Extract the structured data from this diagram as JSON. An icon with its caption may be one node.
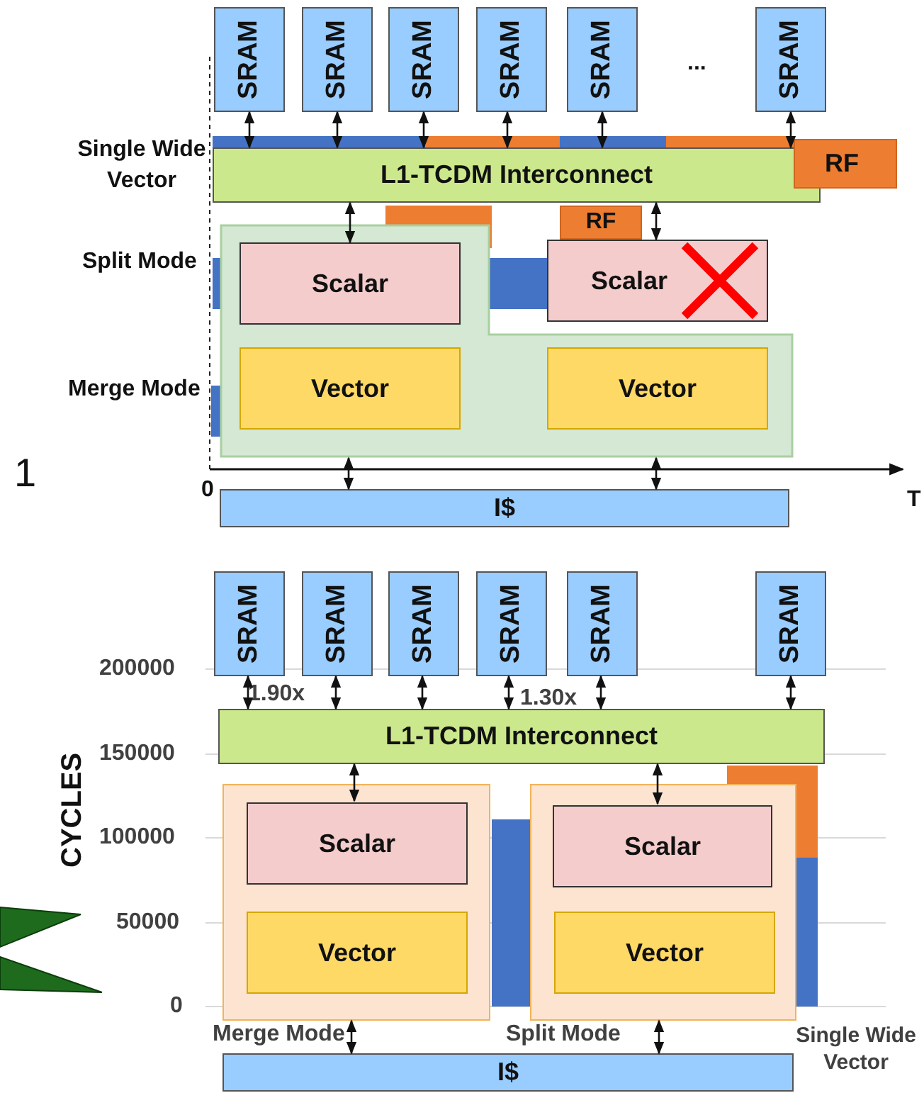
{
  "diagram": {
    "nodes": [
      {
        "text": [
          "SRAM"
        ]
      },
      {
        "text": [
          "SRAM"
        ]
      },
      {
        "text": [
          "SRAM"
        ]
      },
      {
        "text": [
          "SRAM"
        ]
      },
      {
        "text": [
          "SRAM"
        ]
      },
      {
        "text": [
          "SRAM"
        ]
      },
      {
        "text": [
          "L1-TCDM Interconnect"
        ]
      },
      {
        "text": [
          "RF"
        ]
      },
      {
        "text": [],
        "shape": "box"
      },
      {
        "text": [
          "Scalar"
        ],
        "in": 8
      },
      {
        "text": [
          "Vector"
        ],
        "in": 8
      },
      {
        "text": [
          "RF"
        ]
      },
      {
        "text": [
          "Scalar"
        ]
      },
      {
        "text": [
          "Vector"
        ],
        "in": 8
      },
      {
        "text": [
          "I$"
        ]
      },
      {
        "text": [
          "SRAM"
        ]
      },
      {
        "text": [
          "SRAM"
        ]
      },
      {
        "text": [
          "SRAM"
        ]
      },
      {
        "text": [
          "SRAM"
        ]
      },
      {
        "text": [
          "SRAM"
        ]
      },
      {
        "text": [
          "SRAM"
        ]
      },
      {
        "text": [
          "L1-TCDM Interconnect"
        ]
      },
      {
        "text": [],
        "shape": "box"
      },
      {
        "text": [
          "Scalar"
        ],
        "in": 22
      },
      {
        "text": [
          "Vector"
        ],
        "in": 22
      },
      {
        "text": [],
        "shape": "box"
      },
      {
        "text": [
          "Scalar"
        ],
        "in": 25
      },
      {
        "text": [
          "Vector"
        ],
        "in": 25
      },
      {
        "text": [
          "I$"
        ]
      }
    ],
    "edges": [
      {
        "from": 0,
        "to": 6,
        "arrow": "both"
      },
      {
        "from": 1,
        "to": 6,
        "arrow": "both"
      },
      {
        "from": 2,
        "to": 6,
        "arrow": "both"
      },
      {
        "from": 3,
        "to": 6,
        "arrow": "both"
      },
      {
        "from": 4,
        "to": 6,
        "arrow": "both"
      },
      {
        "from": 5,
        "to": 6,
        "arrow": "both"
      },
      {
        "from": 6,
        "to": 9,
        "arrow": "both"
      },
      {
        "from": 6,
        "to": 12,
        "arrow": "both"
      },
      {
        "from": 8,
        "to": 14,
        "arrow": "both"
      },
      {
        "from": 8,
        "to": 14,
        "arrow": "both"
      },
      {
        "from": 15,
        "to": 21,
        "arrow": "both"
      },
      {
        "from": 16,
        "to": 21,
        "arrow": "both"
      },
      {
        "from": 17,
        "to": 21,
        "arrow": "both"
      },
      {
        "from": 18,
        "to": 21,
        "arrow": "both"
      },
      {
        "from": 19,
        "to": 21,
        "arrow": "both"
      },
      {
        "from": 20,
        "to": 21,
        "arrow": "both"
      },
      {
        "from": 21,
        "to": 23,
        "arrow": "both"
      },
      {
        "from": 21,
        "to": 26,
        "arrow": "both"
      },
      {
        "from": 22,
        "to": 28,
        "arrow": "both"
      },
      {
        "from": 25,
        "to": 28,
        "arrow": "both"
      }
    ],
    "labels": [
      "...",
      "Single Wide Vector",
      "Split Mode",
      "Merge Mode",
      "1",
      "0",
      "T",
      "200000",
      "150000",
      "100000",
      "50000",
      "0",
      "CYCLES",
      "1.90x",
      "1.30x",
      "Merge Mode",
      "Split Mode",
      "Single Wide Vector"
    ]
  }
}
